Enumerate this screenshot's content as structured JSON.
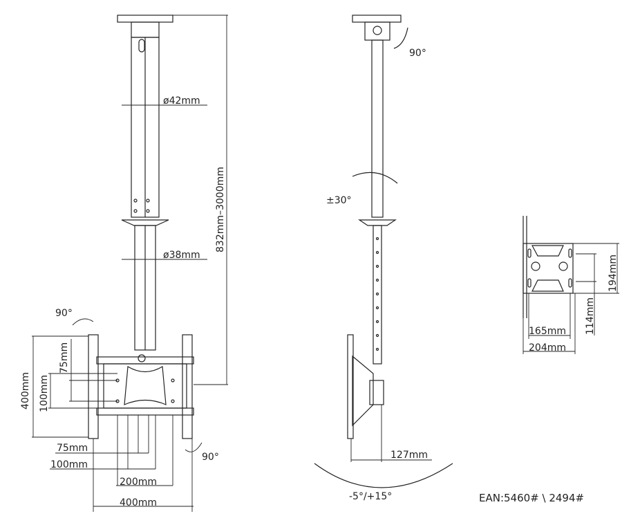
{
  "front_view": {
    "pole_upper_diameter": "ø42mm",
    "pole_lower_diameter": "ø38mm",
    "height_range": "832mm–3000mm",
    "rotation_top_left": "90°",
    "rotation_bottom_right": "90°",
    "vesa_vertical_75": "75mm",
    "vesa_vertical_100": "100mm",
    "vesa_vertical_400": "400mm",
    "vesa_horizontal_75": "75mm",
    "vesa_horizontal_100": "100mm",
    "vesa_horizontal_200": "200mm",
    "vesa_horizontal_400": "400mm"
  },
  "side_view": {
    "rotation_top": "90°",
    "swivel": "±30°",
    "depth": "127mm",
    "tilt": "-5°/+15°"
  },
  "bracket_view": {
    "height_194": "194mm",
    "height_114": "114mm",
    "width_165": "165mm",
    "width_204": "204mm"
  },
  "footer": {
    "ean": "EAN:5460# \\ 2494#"
  },
  "colors": {
    "line": "#222222",
    "background": "#ffffff"
  }
}
